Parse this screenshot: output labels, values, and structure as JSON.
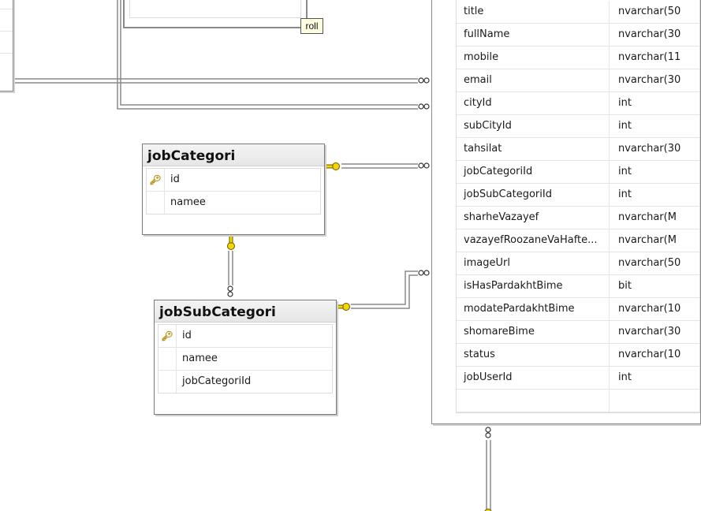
{
  "tooltip": "roll",
  "tables": {
    "jobCategori": {
      "title": "jobCategori",
      "columns": [
        "id",
        "namee"
      ]
    },
    "jobSubCategori": {
      "title": "jobSubCategori",
      "columns": [
        "id",
        "namee",
        "jobCategoriId"
      ]
    },
    "main": {
      "rows": [
        {
          "name": "title",
          "type": "nvarchar(50"
        },
        {
          "name": "fullName",
          "type": "nvarchar(30"
        },
        {
          "name": "mobile",
          "type": "nvarchar(11"
        },
        {
          "name": "email",
          "type": "nvarchar(30"
        },
        {
          "name": "cityId",
          "type": "int"
        },
        {
          "name": "subCityId",
          "type": "int"
        },
        {
          "name": "tahsilat",
          "type": "nvarchar(30"
        },
        {
          "name": "jobCategoriId",
          "type": "int"
        },
        {
          "name": "jobSubCategoriId",
          "type": "int"
        },
        {
          "name": "sharheVazayef",
          "type": "nvarchar(M"
        },
        {
          "name": "vazayefRoozaneVaHafte...",
          "type": "nvarchar(M"
        },
        {
          "name": "imageUrl",
          "type": "nvarchar(50"
        },
        {
          "name": "isHasPardakhtBime",
          "type": "bit"
        },
        {
          "name": "modatePardakhtBime",
          "type": "nvarchar(10"
        },
        {
          "name": "shomareBime",
          "type": "nvarchar(30"
        },
        {
          "name": "status",
          "type": "nvarchar(10"
        },
        {
          "name": "jobUserId",
          "type": "int"
        }
      ]
    }
  },
  "colors": {
    "line": "#8a8a8a",
    "key": "#f2d400",
    "tooltip_bg": "#ffffe1"
  }
}
